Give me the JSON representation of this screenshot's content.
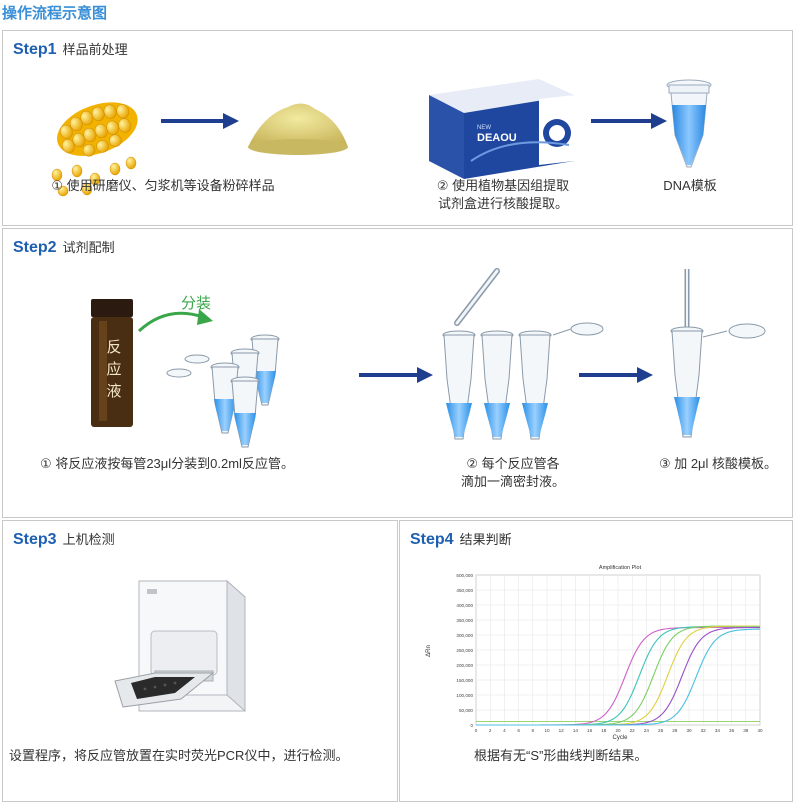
{
  "title": "操作流程示意图",
  "colors": {
    "accent": "#1d5fb0",
    "title_blue": "#3a8fd6",
    "arrow": "#1f3f8e",
    "green": "#3aa64a"
  },
  "step1": {
    "num": "Step1",
    "name": "样品前处理",
    "cap1": "① 使用研磨仪、匀浆机等设备粉碎样品",
    "cap2a": "② 使用植物基因组提取",
    "cap2b": "试剂盒进行核酸提取。",
    "cap3": "DNA模板",
    "box_brand": "DEAOU",
    "box_sub": "NEW"
  },
  "step2": {
    "num": "Step2",
    "name": "试剂配制",
    "vial_label": [
      "反",
      "应",
      "液"
    ],
    "dispense_label": "分装",
    "cap1": "① 将反应液按每管23μl分装到0.2ml反应管。",
    "cap2a": "② 每个反应管各",
    "cap2b": "滴加一滴密封液。",
    "cap3": "③ 加 2μl 核酸模板。"
  },
  "step3": {
    "num": "Step3",
    "name": "上机检测",
    "cap": "设置程序，将反应管放置在实时荧光PCR仪中，进行检测。"
  },
  "step4": {
    "num": "Step4",
    "name": "结果判断",
    "cap": "根据有无“S”形曲线判断结果。"
  },
  "chart_data": {
    "type": "line",
    "title": "Amplification Plot",
    "xlabel": "Cycle",
    "ylabel": "ΔRn",
    "xlim": [
      0,
      40
    ],
    "ylim": [
      0,
      500000
    ],
    "x_ticks": [
      0,
      2,
      4,
      6,
      8,
      10,
      12,
      14,
      16,
      18,
      20,
      22,
      24,
      26,
      28,
      30,
      32,
      34,
      36,
      38,
      40
    ],
    "y_ticks": [
      "0",
      "50,000",
      "100,000",
      "150,000",
      "200,000",
      "250,000",
      "300,000",
      "350,000",
      "400,000",
      "450,000",
      "500,000"
    ],
    "grid": true,
    "series": [
      {
        "color": "#d060c8",
        "midpoint": 21,
        "plateau": 325000
      },
      {
        "color": "#3cc4b8",
        "midpoint": 23,
        "plateau": 328000
      },
      {
        "color": "#7ad060",
        "midpoint": 25,
        "plateau": 330000
      },
      {
        "color": "#e0d040",
        "midpoint": 27,
        "plateau": 330000
      },
      {
        "color": "#9a50c8",
        "midpoint": 29,
        "plateau": 325000
      },
      {
        "color": "#48c0e0",
        "midpoint": 31,
        "plateau": 320000
      }
    ]
  }
}
